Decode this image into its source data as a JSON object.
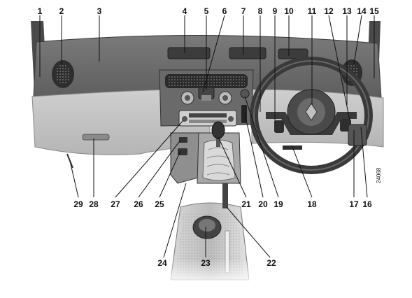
{
  "diagram": {
    "callouts_top": [
      "1",
      "2",
      "3",
      "4",
      "5",
      "6",
      "7",
      "8",
      "9",
      "10",
      "11",
      "12",
      "13",
      "14",
      "15"
    ],
    "callouts_bottom": [
      "29",
      "28",
      "27",
      "26",
      "25",
      "21",
      "20",
      "19",
      "18",
      "17",
      "16"
    ],
    "callouts_console": [
      "24",
      "23",
      "22"
    ],
    "figure_code": "24068"
  }
}
